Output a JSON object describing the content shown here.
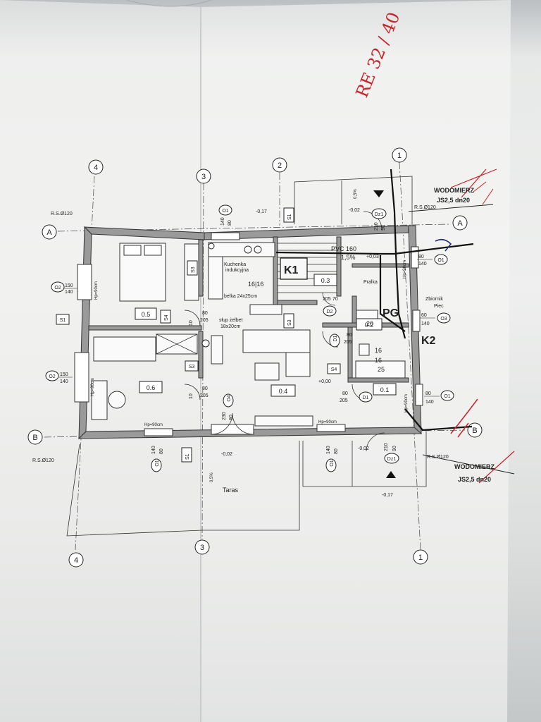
{
  "plan": {
    "axes": {
      "a1": "1",
      "a2": "2",
      "a3": "3",
      "a4": "4",
      "aA": "A",
      "aB": "B"
    },
    "rooms": {
      "r05": "0.5",
      "r06": "0.6",
      "r04": "0.4",
      "r03": "0.3",
      "r01": "0.1",
      "r02": "0.2",
      "taras": "Taras"
    },
    "labels": {
      "kuchenka1": "Kuchenka",
      "kuchenka2": "indukcyjna",
      "belka": "belka 24x25cm",
      "slup1": "słup żelbet",
      "slup2": "18x20cm",
      "pvc1": "PVC  160",
      "pvc2": "1,5%",
      "pralka": "Pralka",
      "zbiornik1": "Zbiornik",
      "zbiornik2": "Piec",
      "wodomierz_top1": "WODOMIERZ",
      "wodomierz_top2": "JS2,5  dn20",
      "wodomierz_bot1": "WODOMIERZ",
      "wodomierz_bot2": "JS2,5  dn20",
      "rs_tl": "R.S.Ø120",
      "rs_bl": "R.S.Ø120",
      "rs_tr": "R.S.Ø120",
      "rs_br": "R.S.Ø120",
      "k1": "K1",
      "k2": "K2",
      "pg": "PG",
      "v1616": "16|16",
      "lev_top": "-0,17",
      "lev_top2": "-0,02",
      "lev_bot": "-0,17",
      "lev_bot2": "-0,02",
      "lev_taras": "-0,02",
      "lev_plus003": "+0,03",
      "lev_zero": "+0,00",
      "slope1": "0,5%",
      "slope2": "0,5%",
      "hp_left1": "Hp=90cm",
      "hp_left2": "Hp=90cm",
      "hp_bot1": "Hp=90cm",
      "hp_bot2": "Hp=90cm",
      "hp_right1": "Hp=90cm",
      "hp_right2": "Hp=90cm"
    },
    "tags": {
      "s1a": "S1",
      "s1b": "S1",
      "s1c": "S1",
      "s3a": "S3",
      "s3b": "S3",
      "s3c": "S3",
      "s4a": "S4",
      "s4b": "S4",
      "o1a": "O1",
      "o1b": "O1",
      "o1c": "O1",
      "o1d": "O1",
      "o1e": "O1",
      "o2a": "O2",
      "o2b": "O2",
      "o3": "O3",
      "o4": "O4",
      "d1a": "D1",
      "d1b": "D1",
      "d2": "D2",
      "dz1a": "Dz1",
      "dz1b": "Dz1"
    },
    "dims": {
      "o2_t": "150",
      "o2_b": "140",
      "o2b_t": "150",
      "o2b_b": "140",
      "o1r_t": "80",
      "o1r_b": "140",
      "o3_t": "60",
      "o3_b": "140",
      "o1r2_t": "80",
      "o1r2_b": "140",
      "d80_205a_t": "80",
      "d80_205a_b": "205",
      "d80_205b_t": "80",
      "d80_205b_b": "205",
      "d80_205c_t": "80",
      "d80_205c_b": "205",
      "d80_205d_t": "80",
      "d80_205d_b": "205",
      "d2_t": "205",
      "d2_b": "70",
      "o4_t": "230",
      "o4_b": "90",
      "dz_t": "210",
      "dz_b": "90",
      "dz2_t": "210",
      "dz2_b": "90",
      "o1_top_t": "140",
      "o1_top_b": "80",
      "o1_b1_t": "140",
      "o1_b1_b": "80",
      "o1_b2_t": "140",
      "o1_b2_b": "80",
      "d25": "25",
      "d16": "16",
      "d20": "20",
      "d10": "10"
    },
    "handwriting": {
      "red": "RE 32 / 40"
    }
  }
}
